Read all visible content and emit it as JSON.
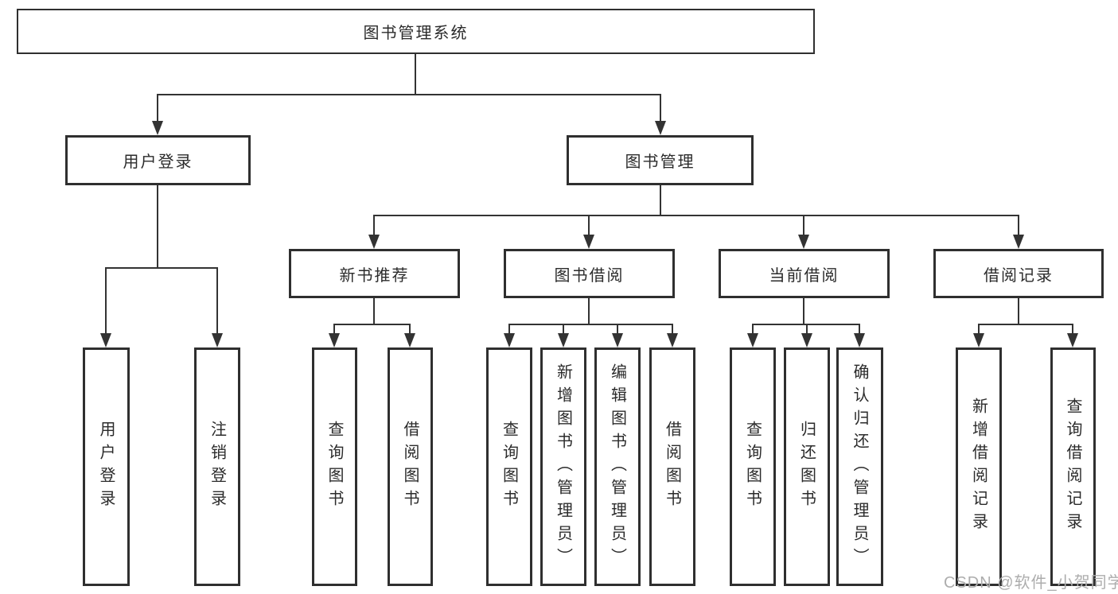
{
  "diagram": {
    "title": "图书管理系统",
    "level2": {
      "user_login": "用户登录",
      "book_mgmt": "图书管理"
    },
    "level3": {
      "new_book": "新书推荐",
      "book_borrow": "图书借阅",
      "current_borrow": "当前借阅",
      "borrow_records": "借阅记录"
    },
    "leaves": {
      "ul_login": "用户登录",
      "ul_logout": "注销登录",
      "nb_query": "查询图书",
      "nb_borrow": "借阅图书",
      "bb_query": "查询图书",
      "bb_add": "新增图书（管理员）",
      "bb_edit": "编辑图书（管理员）",
      "bb_borrow": "借阅图书",
      "cb_query": "查询图书",
      "cb_return": "归还图书",
      "cb_confirm": "确认归还（管理员）",
      "br_add": "新增借阅记录",
      "br_query": "查询借阅记录"
    }
  },
  "watermark": "CSDN @软件_小贺同学",
  "colors": {
    "line": "#333333",
    "box_border": "#2f2f2f",
    "text": "#2b2b2b",
    "watermark": "#adadad",
    "background": "#ffffff"
  }
}
